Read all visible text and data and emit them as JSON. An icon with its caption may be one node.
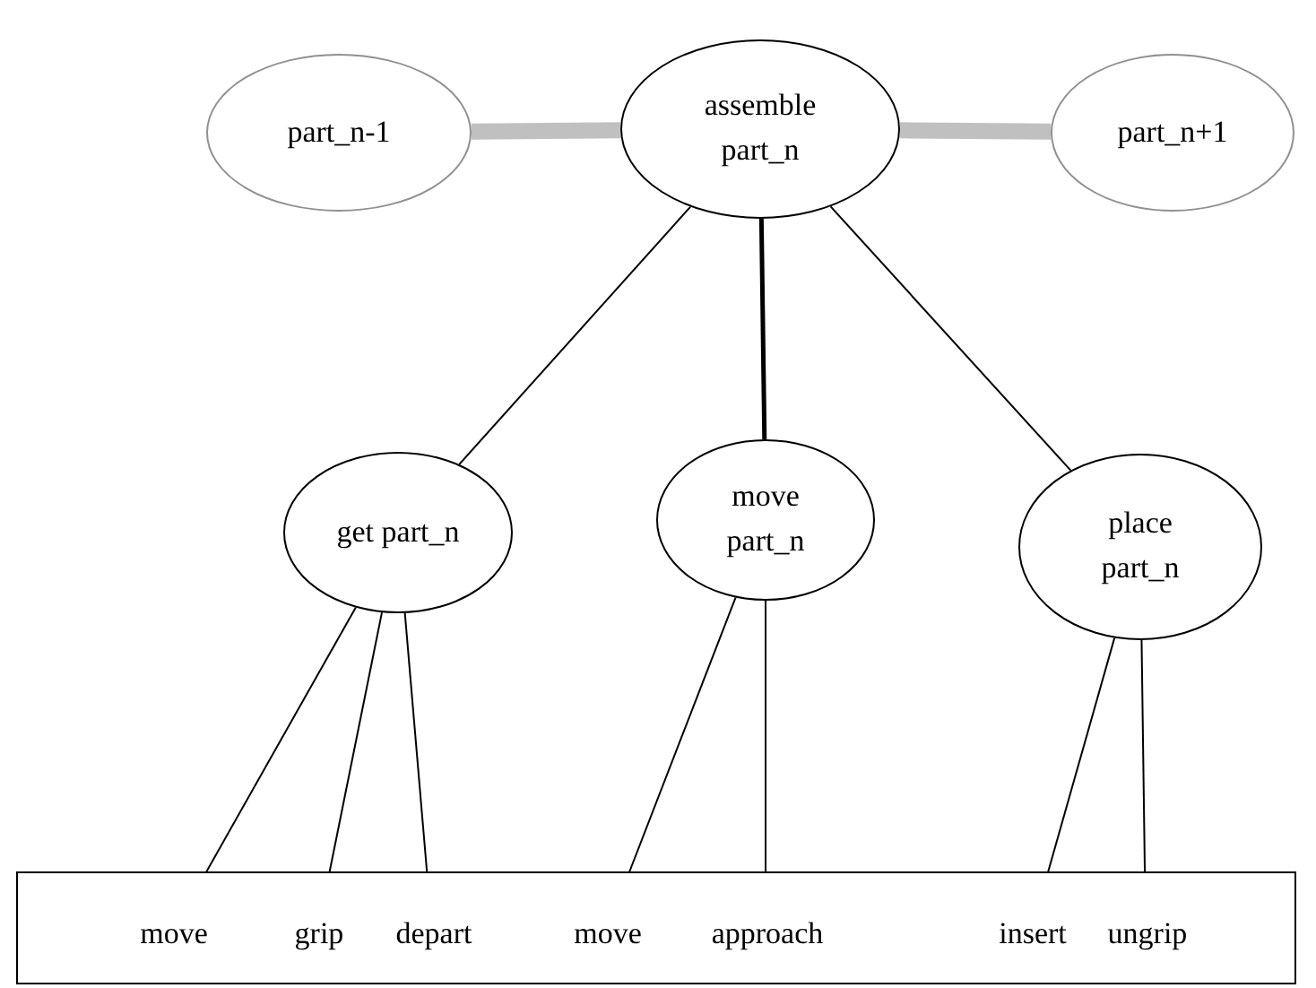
{
  "diagram": {
    "nodes": [
      {
        "text": [
          "part_n-1"
        ]
      },
      {
        "text": [
          "assemble part_n"
        ]
      },
      {
        "text": [
          "part_n+1"
        ]
      },
      {
        "text": [
          "get part_n"
        ]
      },
      {
        "text": [
          "move part_n"
        ]
      },
      {
        "text": [
          "place part_n"
        ]
      },
      {
        "text": [],
        "shape": "box"
      },
      {
        "text": [
          "move"
        ],
        "in": 6
      },
      {
        "text": [
          "grip"
        ],
        "in": 6
      },
      {
        "text": [
          "depart"
        ],
        "in": 6
      },
      {
        "text": [
          "move"
        ],
        "in": 6
      },
      {
        "text": [
          "approach"
        ],
        "in": 6
      },
      {
        "text": [
          "insert"
        ],
        "in": 6
      },
      {
        "text": [
          "ungrip"
        ],
        "in": 6
      }
    ],
    "edges": [
      {
        "from": 0,
        "to": 1,
        "arrow": "none",
        "style": "thick",
        "color": "#c0c0c0"
      },
      {
        "from": 1,
        "to": 2,
        "arrow": "none",
        "style": "thick",
        "color": "#c0c0c0"
      },
      {
        "from": 1,
        "to": 3,
        "arrow": "none"
      },
      {
        "from": 1,
        "to": 4,
        "arrow": "none",
        "style": "thick"
      },
      {
        "from": 1,
        "to": 5,
        "arrow": "none"
      },
      {
        "from": 3,
        "to": 7,
        "arrow": "none"
      },
      {
        "from": 3,
        "to": 8,
        "arrow": "none"
      },
      {
        "from": 3,
        "to": 9,
        "arrow": "none"
      },
      {
        "from": 4,
        "to": 10,
        "arrow": "none"
      },
      {
        "from": 4,
        "to": 11,
        "arrow": "none"
      },
      {
        "from": 5,
        "to": 12,
        "arrow": "none"
      },
      {
        "from": 5,
        "to": 13,
        "arrow": "none"
      }
    ]
  }
}
